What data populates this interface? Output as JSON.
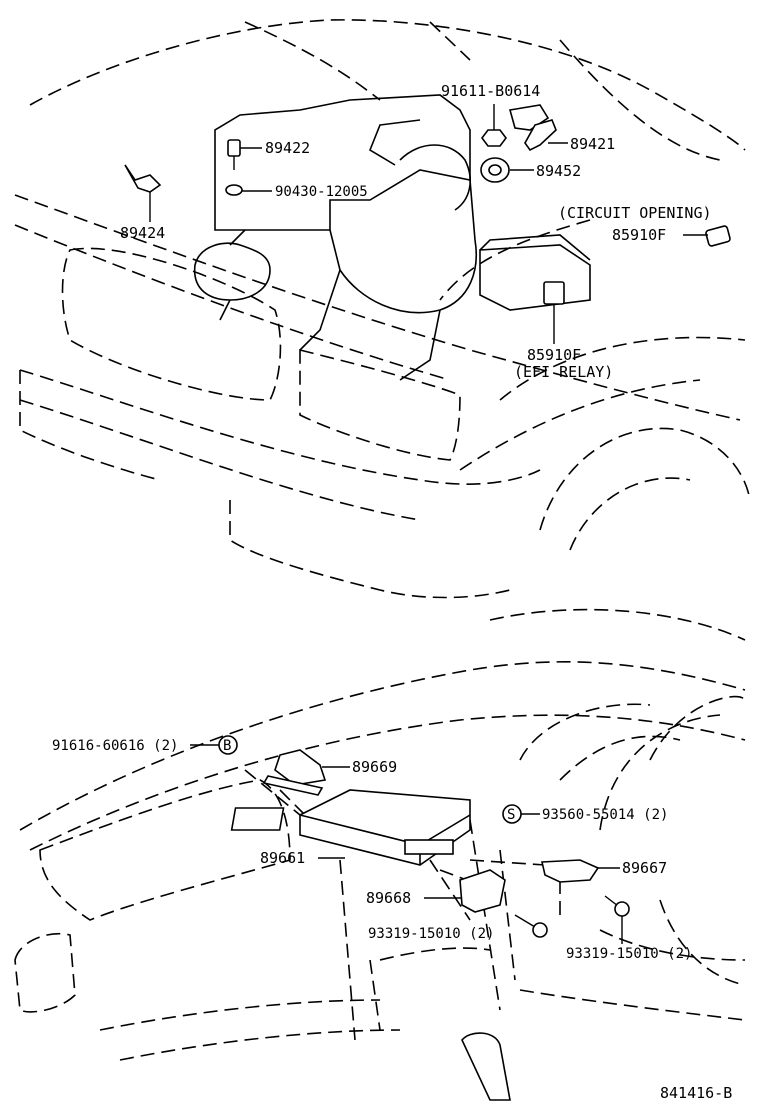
{
  "callouts": {
    "p91611": "91611-B0614",
    "p89422": "89422",
    "p89421": "89421",
    "p89452": "89452",
    "p90430": "90430-12005",
    "p89424": "89424",
    "circuit_opening": "(CIRCUIT OPENING)",
    "p85910f_a": "85910F",
    "p85910f_b": "85910F",
    "efi_relay": "(EFI RELAY)",
    "p91616": "91616-60616 (2)",
    "p89669": "89669",
    "p93560": "93560-55014 (2)",
    "p89661": "89661",
    "p89667": "89667",
    "p89668": "89668",
    "p93319_a": "93319-15010 (2)",
    "p93319_b": "93319-15010 (2)",
    "ref_b": "B",
    "ref_s": "S"
  },
  "diagram_number": "841416-B"
}
